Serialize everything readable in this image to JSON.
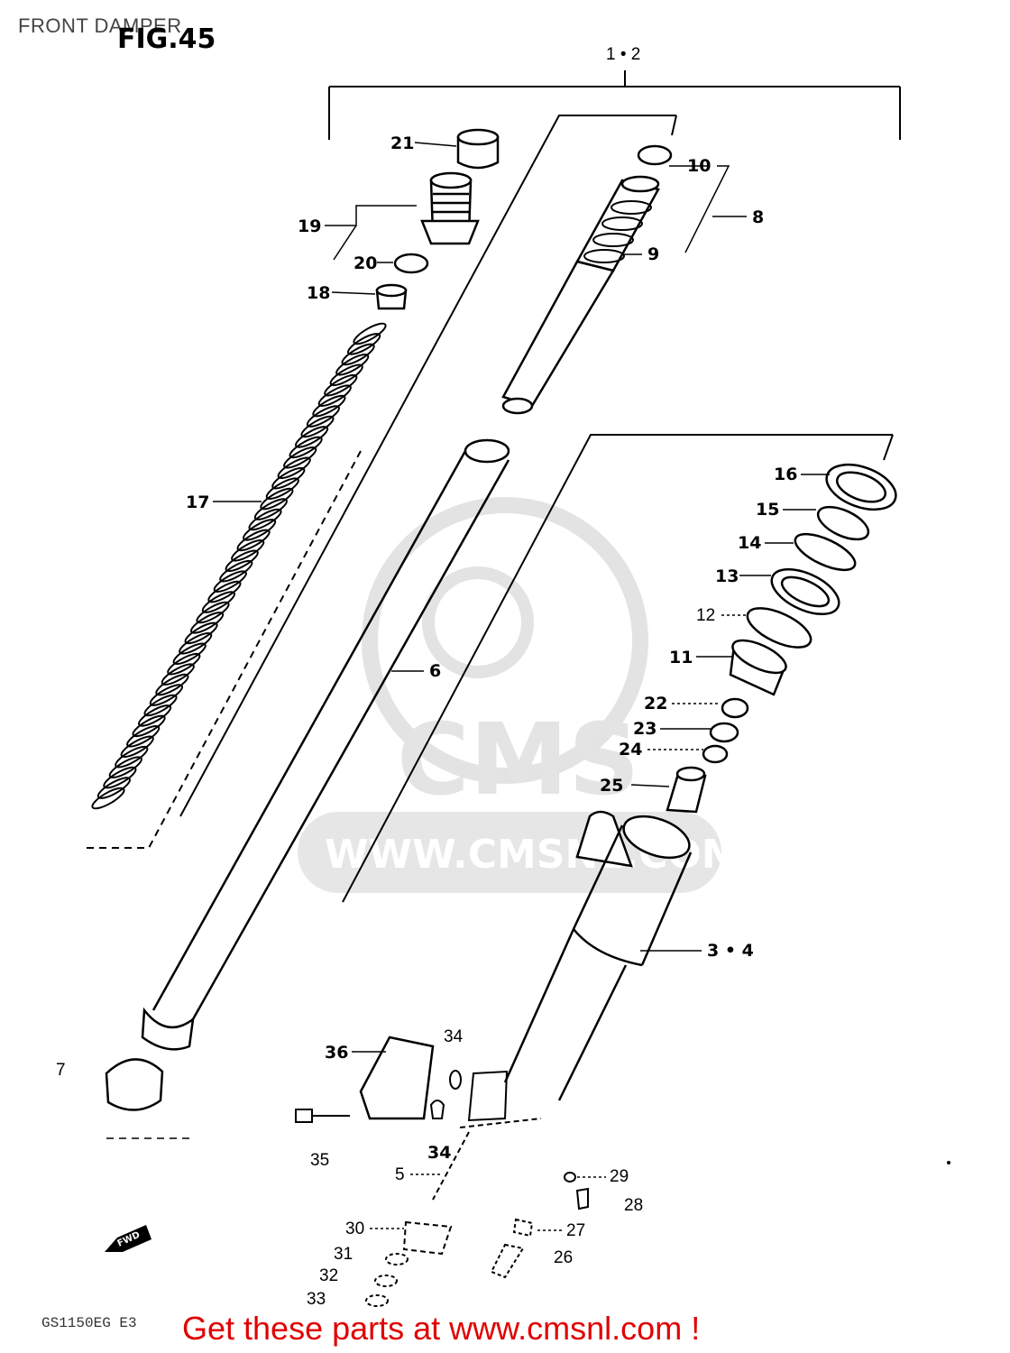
{
  "header": {
    "title": "FRONT DAMPER",
    "figure": "FIG.45"
  },
  "watermark": {
    "brand": "CMS",
    "url": "WWW.CMSNL.COM"
  },
  "parts": {
    "p1_2": "1 • 2",
    "p3_4": "3 • 4",
    "p5": "5",
    "p6": "6",
    "p7": "7",
    "p8": "8",
    "p9": "9",
    "p10": "10",
    "p11": "11",
    "p12": "12",
    "p13": "13",
    "p14": "14",
    "p15": "15",
    "p16": "16",
    "p17": "17",
    "p18": "18",
    "p19": "19",
    "p20": "20",
    "p21": "21",
    "p22": "22",
    "p23": "23",
    "p24": "24",
    "p25": "25",
    "p26": "26",
    "p27": "27",
    "p28": "28",
    "p29": "29",
    "p30": "30",
    "p31": "31",
    "p32": "32",
    "p33": "33",
    "p34a": "34",
    "p34b": "34",
    "p35": "35",
    "p36": "36"
  },
  "direction": "FWD",
  "drawing_code": "GS1150EG E3",
  "footer": {
    "text": "Get these parts at www.cmsnl.com !"
  },
  "colors": {
    "footer": "#e00000",
    "ink": "#000000",
    "watermark": "#d8d8d8"
  }
}
